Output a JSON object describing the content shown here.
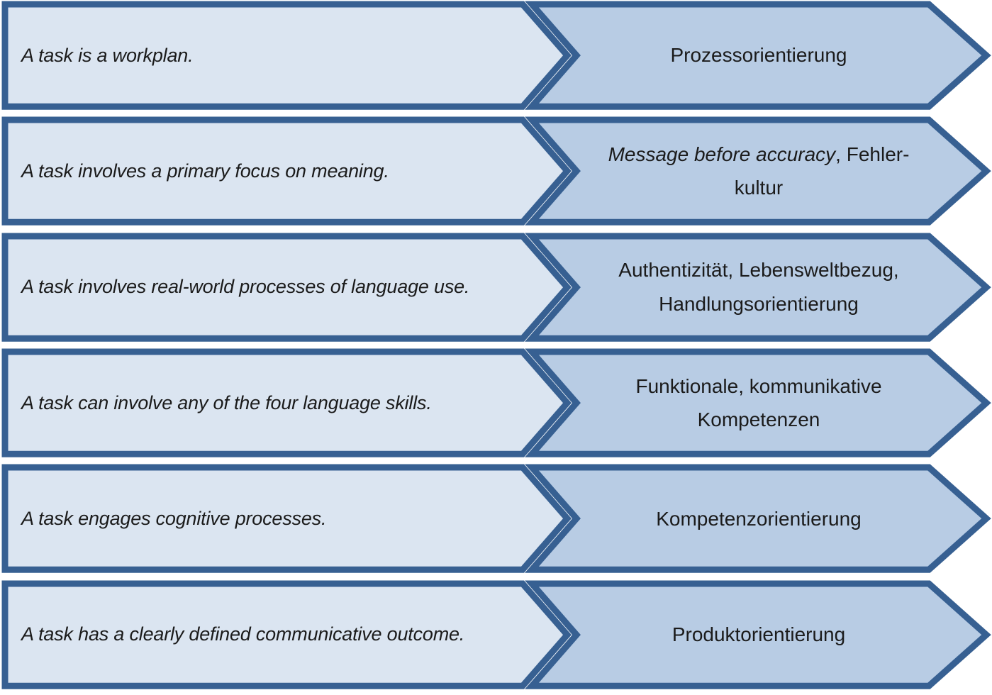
{
  "colors": {
    "background": "#ffffff",
    "task_fill": "#dbe5f1",
    "label_fill": "#b8cce4",
    "border": "#376092",
    "text": "#1b1b1b"
  },
  "rows": [
    {
      "task": "A task is a workplan.",
      "label_italic": "",
      "label_regular": "Prozessorientierung"
    },
    {
      "task": "A task involves a primary focus on meaning.",
      "label_italic": "Message before accuracy",
      "label_regular": ", Fehler-\nkultur"
    },
    {
      "task": "A task involves real-world processes of language use.",
      "label_italic": "",
      "label_regular": "Authentizität, Lebensweltbezug,\nHandlungsorientierung"
    },
    {
      "task": "A task can involve any of the four language skills.",
      "label_italic": "",
      "label_regular": "Funktionale, kommunikative\nKompetenzen"
    },
    {
      "task": "A task engages cognitive processes.",
      "label_italic": "",
      "label_regular": "Kompetenzorientierung"
    },
    {
      "task": "A task has a clearly defined communicative outcome.",
      "label_italic": "",
      "label_regular": "Produktorientierung"
    }
  ]
}
